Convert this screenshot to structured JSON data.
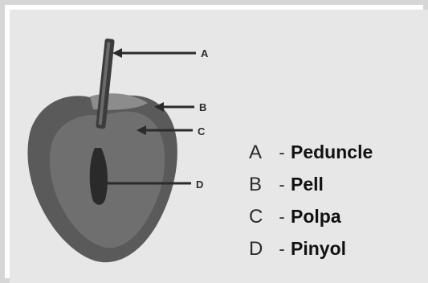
{
  "labels": [
    {
      "letter": "A",
      "term": "Peduncle",
      "separator": "-"
    },
    {
      "letter": "B",
      "term": "Pell",
      "separator": "-"
    },
    {
      "letter": "C",
      "term": "Polpa",
      "separator": "-"
    },
    {
      "letter": "D",
      "term": "Pinyol",
      "separator": "-"
    }
  ],
  "colors": {
    "background": "#e7e7e7",
    "skin": "#5a5a5a",
    "pulp": "#767676",
    "stem": "#3b3b3b",
    "pit": "#2a2a2a",
    "arrow": "#2b2b2b"
  }
}
